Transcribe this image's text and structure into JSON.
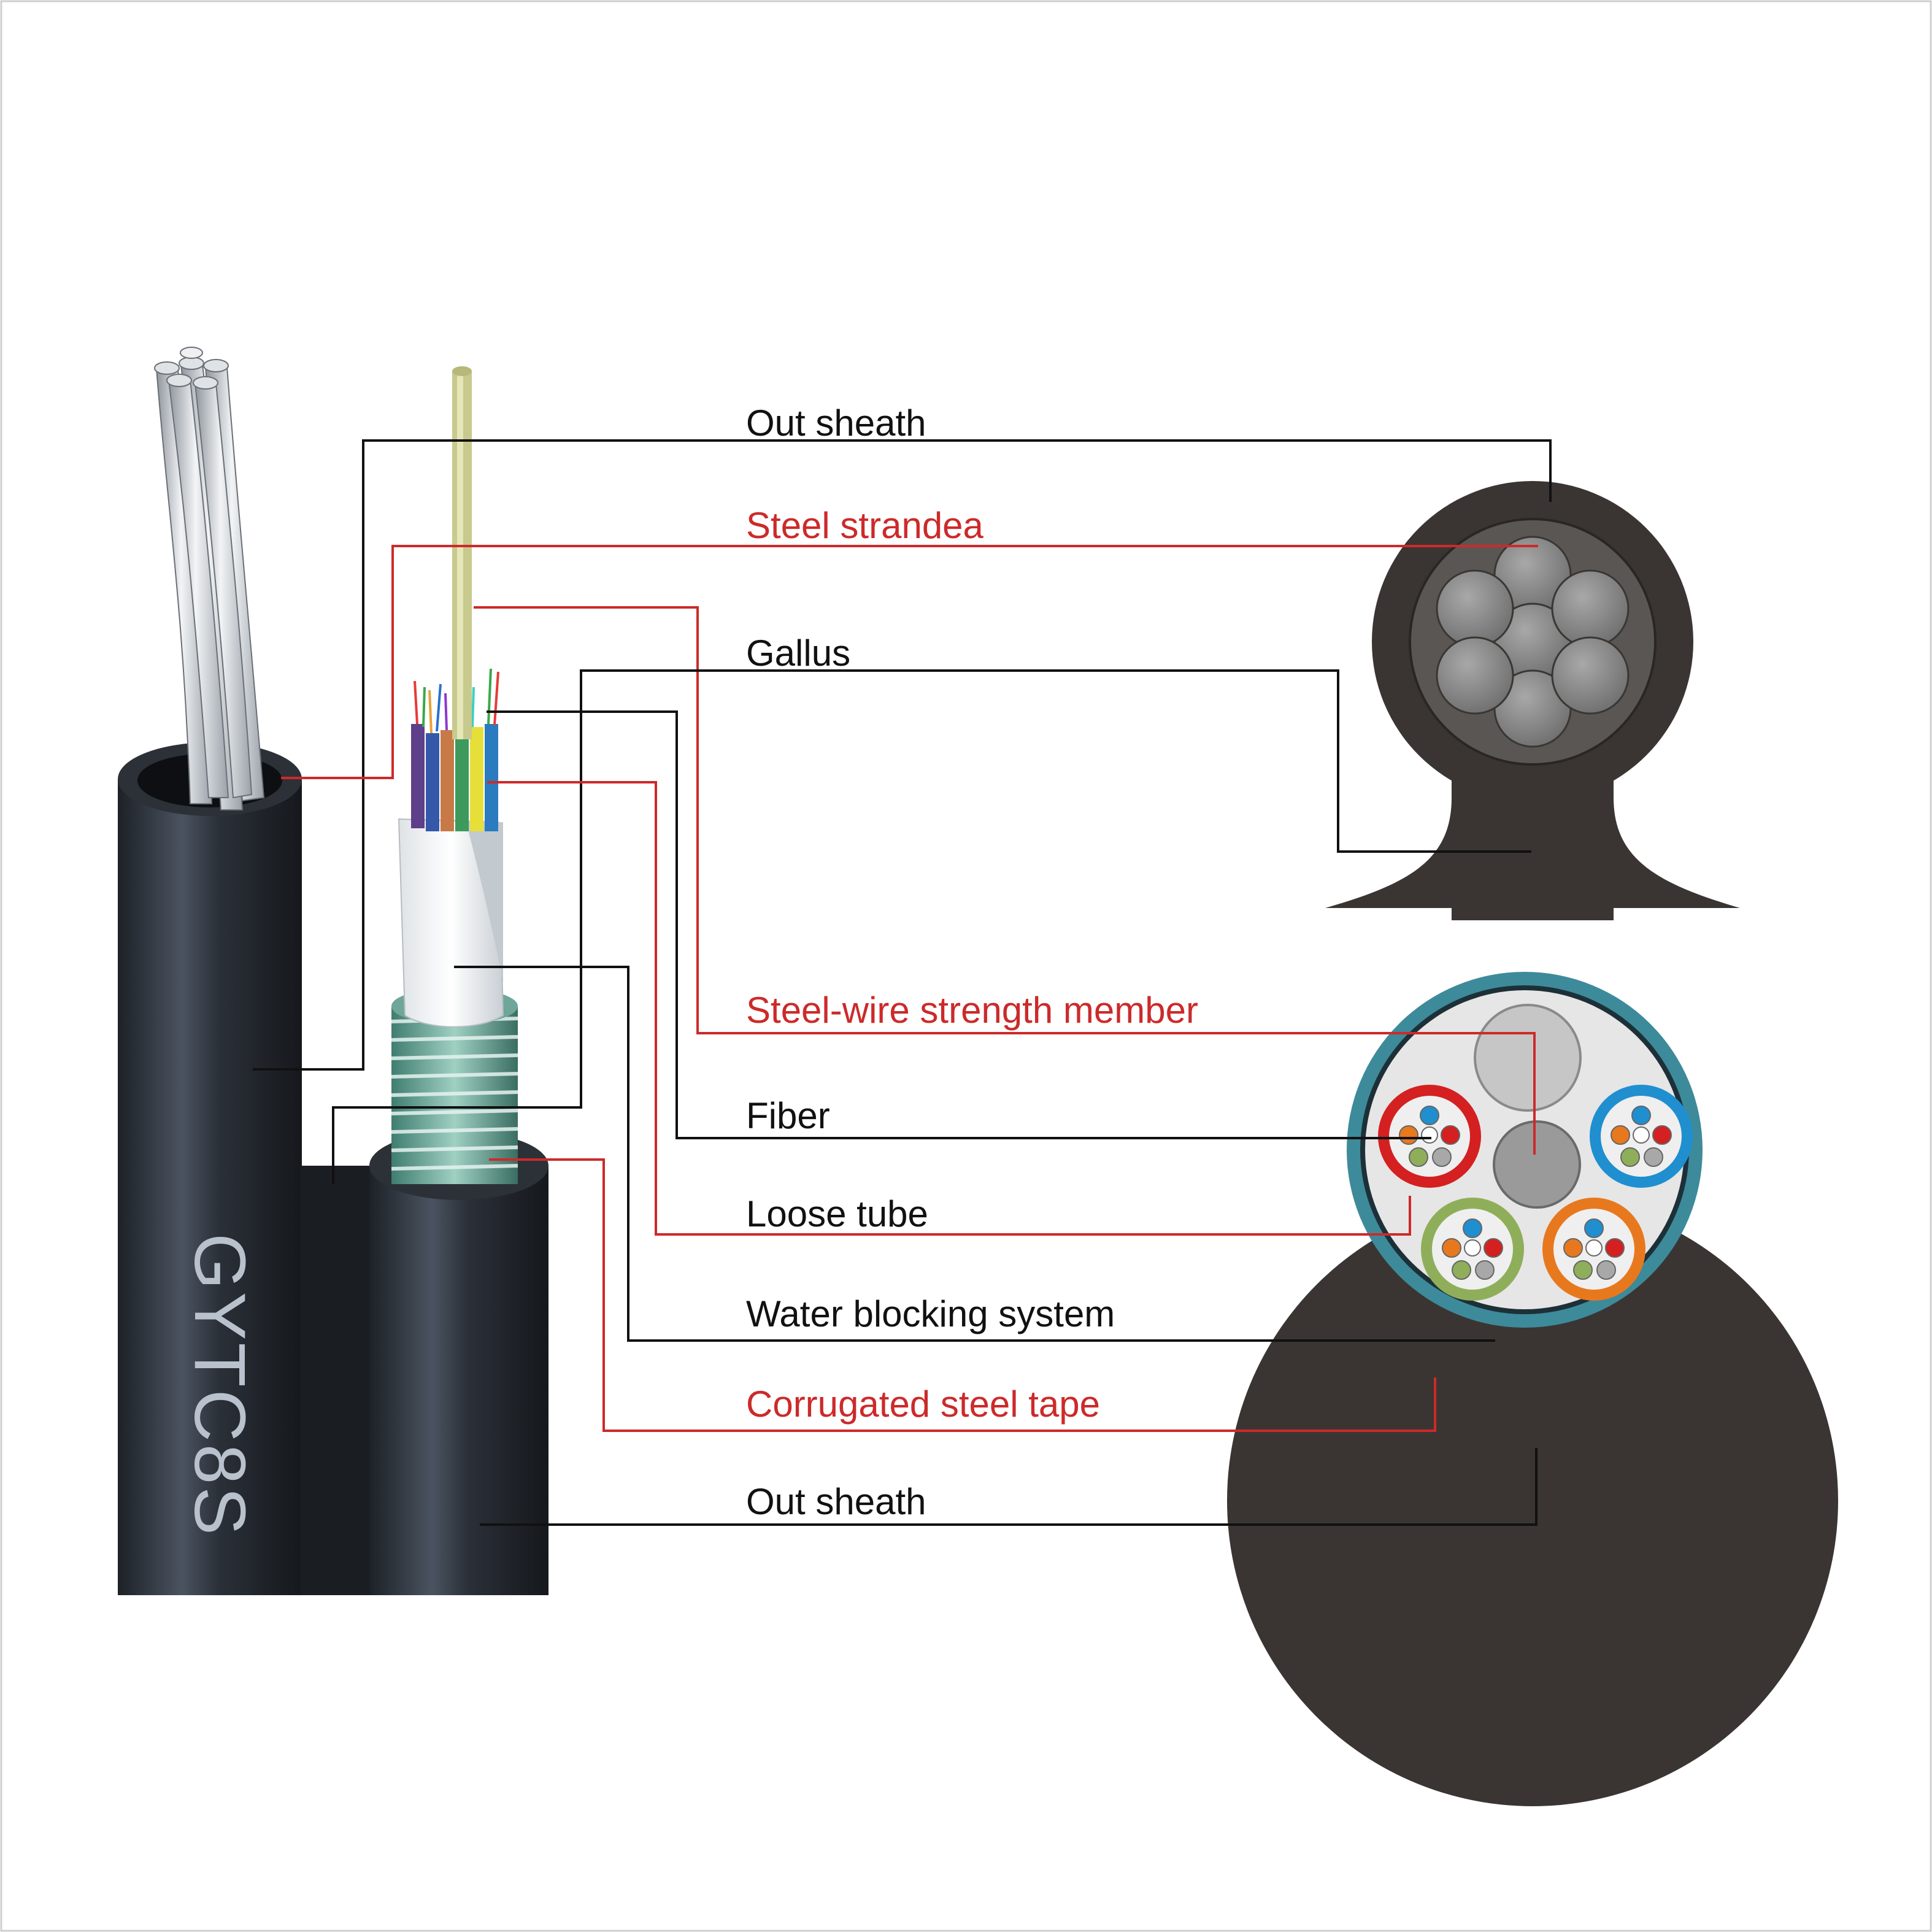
{
  "product_code": "GYTC8S",
  "labels": {
    "out_sheath_top": "Out sheath",
    "steel_strand": "Steel strandea",
    "gallus": "Gallus",
    "strength_member": "Steel-wire strength member",
    "fiber": "Fiber",
    "loose_tube": "Loose tube",
    "water_blocking": "Water blocking system",
    "corrugated_tape": "Corrugated steel tape",
    "out_sheath_bottom": "Out sheath"
  },
  "colors": {
    "black_label": "#111111",
    "red_label": "#cc2a2a",
    "sheath": "#3a3532",
    "armor": "#3d8a9a",
    "strand": "#808080",
    "tube_red": "#d42020",
    "tube_blue": "#1f8fd0",
    "tube_green": "#8fae5a",
    "tube_orange": "#e8781e"
  },
  "loose_tubes": [
    {
      "color": "red"
    },
    {
      "color": "blue"
    },
    {
      "color": "green"
    },
    {
      "color": "orange"
    }
  ]
}
